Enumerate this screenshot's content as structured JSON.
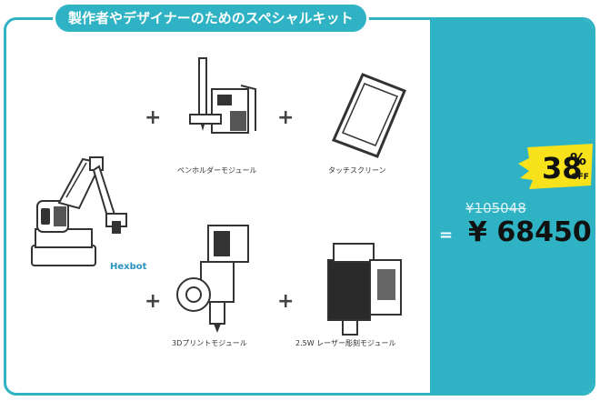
{
  "banner": {
    "title": "製作者やデザイナーのためのスペシャルキット"
  },
  "products": [
    {
      "label": "ペンホルダーモジュール"
    },
    {
      "label": "タッチスクリーン"
    },
    {
      "label": "3Dプリントモジュール"
    },
    {
      "label": "2.5W レーザー彫刻モジュール"
    }
  ],
  "hexbot": {
    "label": "Hexbot"
  },
  "operators": {
    "plus": "+",
    "equals": "="
  },
  "pricing": {
    "original_price": "¥105048",
    "sale_price": "¥ 68450",
    "discount_number": "38",
    "discount_percent": "%",
    "discount_off": "OFF"
  },
  "colors": {
    "accent": "#2fb3c4",
    "badge": "#f7e21b",
    "hexbot_label": "#2a93bf"
  }
}
